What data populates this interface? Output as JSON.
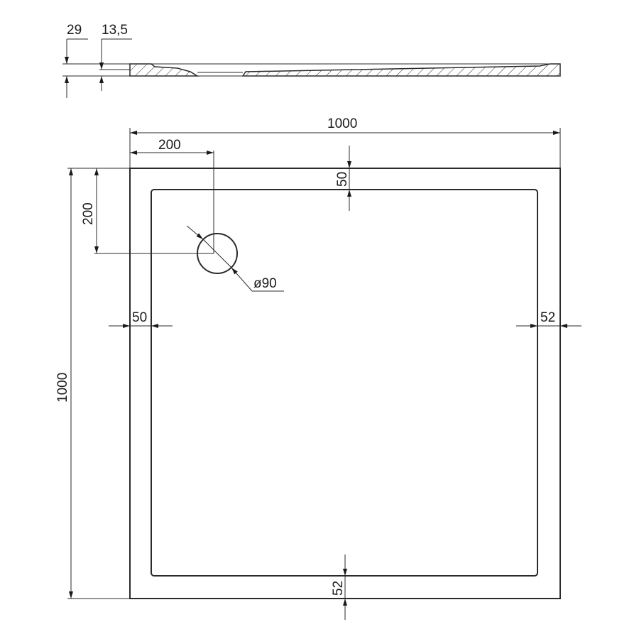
{
  "drawing": {
    "type": "shower tray technical drawing",
    "section_view": {
      "dimensions": {
        "total_height": "29",
        "recess_depth": "13,5"
      }
    },
    "plan_view": {
      "overall_width": "1000",
      "overall_length": "1000",
      "drain_offset_x": "200",
      "drain_offset_y": "200",
      "drain_diameter": "ø90",
      "rim_top": "50",
      "rim_left": "50",
      "rim_right": "52",
      "rim_bottom": "52"
    }
  },
  "colors": {
    "line": "#2a2a2a",
    "background": "#ffffff"
  }
}
